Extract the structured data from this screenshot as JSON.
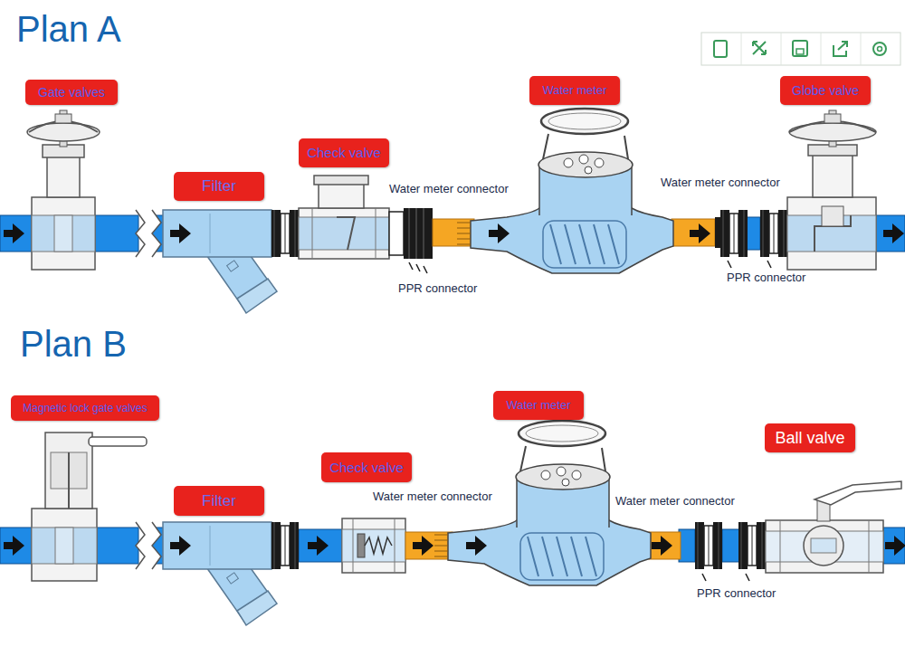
{
  "diagram": {
    "nodes": [
      {
        "text": [
          "Gate valves"
        ]
      },
      {
        "text": [
          "Filter"
        ]
      },
      {
        "text": [
          "Check valve"
        ]
      },
      {
        "text": [
          "Water meter"
        ]
      },
      {
        "text": [
          "Globe valve"
        ]
      },
      {
        "text": [
          "Magnetic lock gate valves"
        ]
      },
      {
        "text": [
          "Filter"
        ]
      },
      {
        "text": [
          "Check valve"
        ]
      },
      {
        "text": [
          "Water meter"
        ]
      },
      {
        "text": [
          "Ball valve"
        ]
      }
    ],
    "labels": [
      "Plan A",
      "Water meter connector",
      "Water meter connector",
      "PPR connector",
      "PPR connector",
      "Plan B",
      "Water meter connector",
      "Water meter connector",
      "PPR connector"
    ]
  }
}
